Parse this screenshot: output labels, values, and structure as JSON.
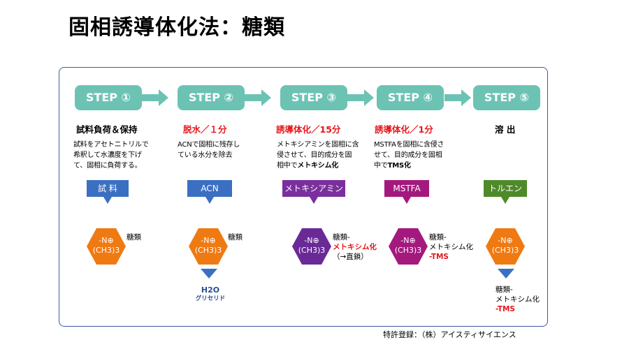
{
  "title": "固相誘導体化法：糖類",
  "footer": "特許登録：（株）アイスティサイエンス",
  "steps": [
    {
      "label": "STEP ①",
      "subtitle": "試料負荷＆保持",
      "desc_lines": [
        "試料をアセトニトリルで",
        "希釈して水濃度を下げ",
        "て、固相に負荷する。"
      ],
      "reagent": "試 料",
      "hex_lines": [
        "-N⊕",
        "(CH3)3"
      ],
      "label_lines": [
        "糖類"
      ]
    },
    {
      "label": "STEP ②",
      "subtitle": "脱水／１分",
      "desc_lines": [
        "ACNで固相に残存し",
        "ている水分を除去"
      ],
      "reagent": "ACN",
      "hex_lines": [
        "-N⊕",
        "(CH3)3"
      ],
      "label_lines": [
        "糖類"
      ],
      "removed_line1": "H2O",
      "removed_line2": "グリセリド"
    },
    {
      "label": "STEP ③",
      "subtitle": "誘導体化／15分",
      "desc_line1": "メトキシアミンを固相に含",
      "desc_line2": "侵させて、目的成分を固",
      "desc_line3_pre": "相中で",
      "desc_line3_bold": "メトキシム化",
      "reagent": "メトキシアミン",
      "hex_lines": [
        "-N⊕",
        "(CH3)3"
      ],
      "label_line1": "糖類-",
      "label_line2": "メトキシム化",
      "label_line3": "（→直鎖）"
    },
    {
      "label": "STEP ④",
      "subtitle": "誘導体化／1分",
      "desc_line1": "MSTFAを固相に含侵さ",
      "desc_line2": "せて、目的成分を固相",
      "desc_line3_pre": "中で",
      "desc_line3_bold": "TMS化",
      "reagent": "MSTFA",
      "hex_lines": [
        "-N⊕",
        "(CH3)3"
      ],
      "label_line1": "糖類-",
      "label_line2": "メトキシム化",
      "label_line3": "-TMS"
    },
    {
      "label": "STEP ⑤",
      "subtitle": "溶 出",
      "reagent": "トルエン",
      "hex_lines": [
        "-N⊕",
        "(CH3)3"
      ],
      "final_line1": "糖類-",
      "final_line2": "メトキシム化",
      "final_line3": "-TMS"
    }
  ],
  "colors": {
    "step": "#6cc3b4",
    "arrow": "#6cc3b4",
    "reagent_blue": "#3b6fc2",
    "reagent_purple": "#7b2f9e",
    "reagent_magenta": "#a4197e",
    "reagent_green": "#4f8a2a",
    "hex_orange": "#f07a12",
    "hex_purple": "#6a2a96",
    "hex_magenta": "#a4197e",
    "red_text": "#e8151b",
    "frame": "#3b5b9a"
  }
}
